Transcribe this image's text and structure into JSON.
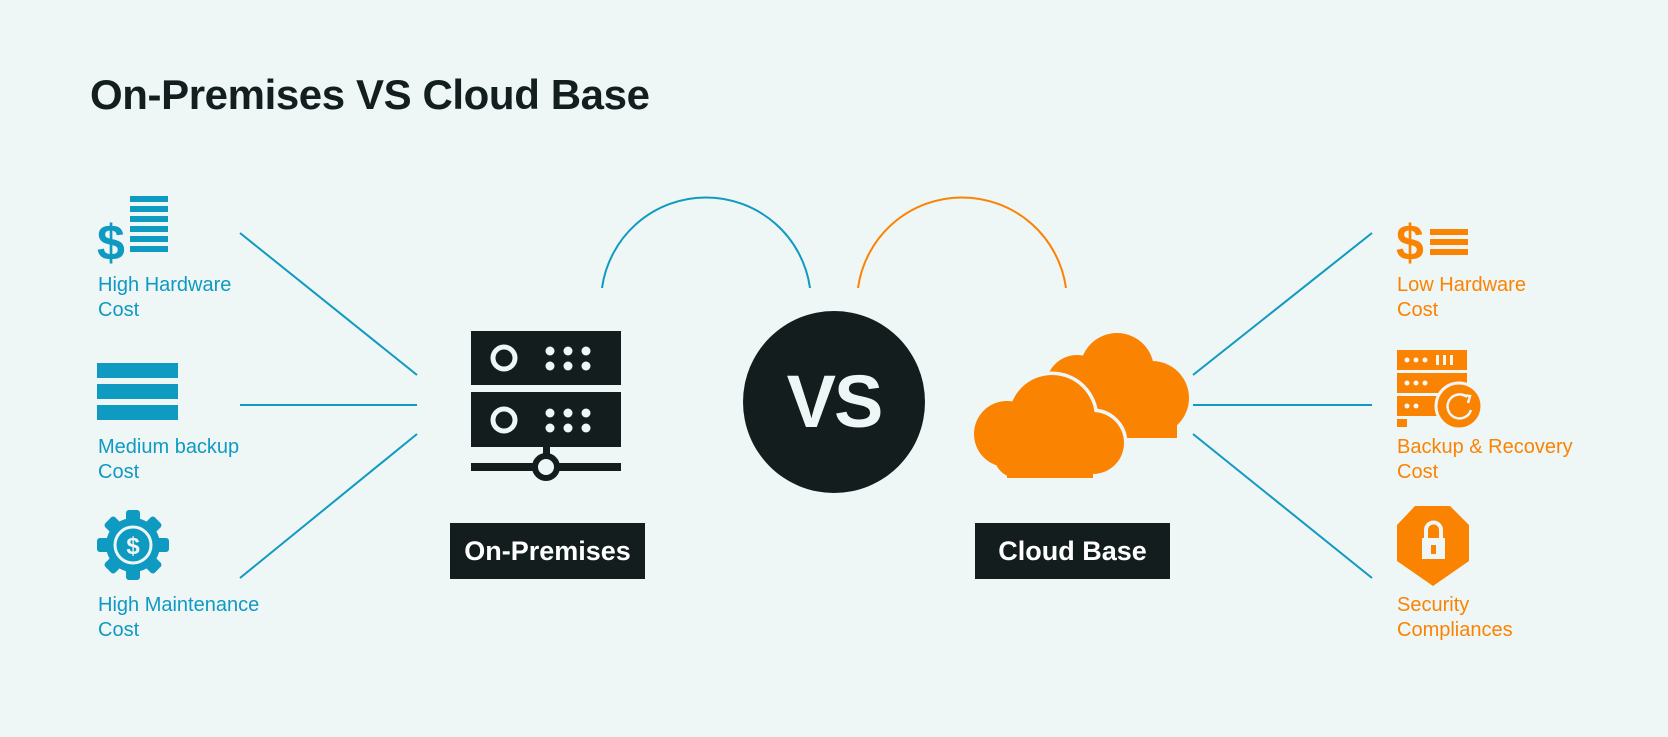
{
  "title": "On-Premises VS Cloud Base",
  "vs_label": "VS",
  "colors": {
    "background": "#eef6f6",
    "dark": "#131d1e",
    "blue": "#0f9ac2",
    "orange": "#fb8302"
  },
  "on_premises": {
    "label": "On-Premises",
    "icon": "server-rack-icon",
    "features": [
      {
        "line1": "High Hardware",
        "line2": "Cost",
        "icon": "dollar-stack-icon"
      },
      {
        "line1": "Medium backup",
        "line2": "Cost",
        "icon": "layers-icon"
      },
      {
        "line1": "High Maintenance",
        "line2": "Cost",
        "icon": "dollar-gear-icon"
      }
    ]
  },
  "cloud_base": {
    "label": "Cloud Base",
    "icon": "cloud-icon",
    "features": [
      {
        "line1": "Low Hardware",
        "line2": "Cost",
        "icon": "dollar-stack-icon"
      },
      {
        "line1": "Backup & Recovery",
        "line2": "Cost",
        "icon": "server-recovery-icon"
      },
      {
        "line1": "Security",
        "line2": "Compliances",
        "icon": "security-lock-icon"
      }
    ]
  }
}
